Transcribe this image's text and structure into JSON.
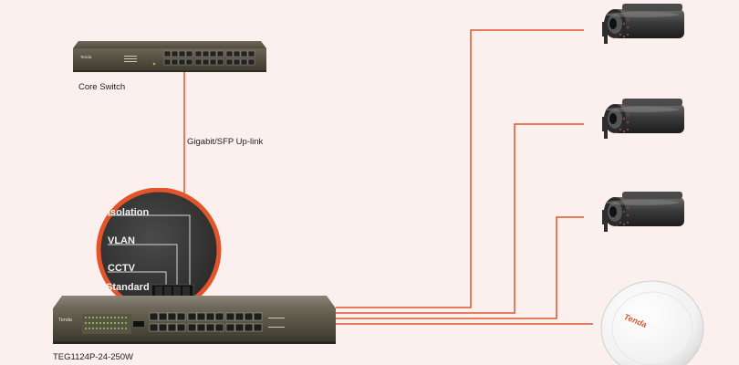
{
  "core_switch": {
    "brand": "Tenda",
    "label": "Core Switch"
  },
  "uplink_label": "Gigabit/SFP Up-link",
  "poe_switch": {
    "brand": "Tenda",
    "model": "TEG1124P-24-250W"
  },
  "dip_modes": [
    "Isolation",
    "VLAN",
    "CCTV",
    "Standard"
  ],
  "access_point": {
    "brand": "Tenda"
  },
  "colors": {
    "background": "#fbf0ee",
    "link_line": "#e2542a",
    "switch_body": "#5a5547",
    "zoom_circle": "#3a3a3a"
  }
}
